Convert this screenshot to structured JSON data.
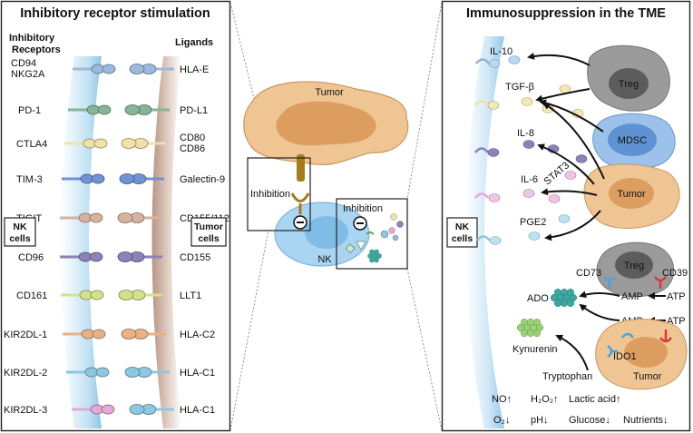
{
  "left_panel": {
    "title": "Inhibitory receptor stimulation",
    "receptors_header": [
      "Inhibitory",
      "Receptors"
    ],
    "ligands_header": "Ligands",
    "nk_label": [
      "NK",
      "cells"
    ],
    "tumor_label": [
      "Tumor",
      "cells"
    ],
    "receptors": [
      {
        "lines": [
          "CD94",
          "NKG2A"
        ],
        "color": "#9bb9dc"
      },
      {
        "lines": [
          "PD-1"
        ],
        "color": "#86b596"
      },
      {
        "lines": [
          "CTLA4"
        ],
        "color": "#f0e2a6"
      },
      {
        "lines": [
          "TIM-3"
        ],
        "color": "#6f93d2"
      },
      {
        "lines": [
          "TIGIT"
        ],
        "color": "#d6b39f"
      },
      {
        "lines": [
          "CD96"
        ],
        "color": "#8d81b8"
      },
      {
        "lines": [
          "CD161"
        ],
        "color": "#d3e28a"
      },
      {
        "lines": [
          "KIR2DL-1"
        ],
        "color": "#eab185"
      },
      {
        "lines": [
          "KIR2DL-2"
        ],
        "color": "#8ec7e1"
      },
      {
        "lines": [
          "KIR2DL-3"
        ],
        "color": "#e3a8d3"
      }
    ],
    "ligands": [
      {
        "lines": [
          "HLA-E"
        ],
        "color": "#9bb9dc"
      },
      {
        "lines": [
          "PD-L1"
        ],
        "color": "#86b596"
      },
      {
        "lines": [
          "CD80",
          "CD86"
        ],
        "color": "#f0e2a6"
      },
      {
        "lines": [
          "Galectin-9"
        ],
        "color": "#6f93d2"
      },
      {
        "lines": [
          "CD155/112"
        ],
        "color": "#d6b39f"
      },
      {
        "lines": [
          "CD155"
        ],
        "color": "#8d81b8"
      },
      {
        "lines": [
          "LLT1"
        ],
        "color": "#d3e28a"
      },
      {
        "lines": [
          "HLA-C2"
        ],
        "color": "#eab185"
      },
      {
        "lines": [
          "HLA-C1"
        ],
        "color": "#8ec7e1"
      },
      {
        "lines": [
          "HLA-C1"
        ],
        "color": "#8ec7e1"
      }
    ]
  },
  "middle": {
    "tumor_label": "Tumor",
    "inhibition_left": "Inhibition",
    "inhibition_right": "Inhibition",
    "nk_label": "NK"
  },
  "right_panel": {
    "title": "Immunosuppression in the TME",
    "nk_label": [
      "NK",
      "cells"
    ],
    "cytokines": [
      "IL-10",
      "TGF-β",
      "IL-8",
      "IL-6",
      "PGE2"
    ],
    "stat3": "STAT3",
    "treg": "Treg",
    "mdsc": "MDSC",
    "tumor": "Tumor",
    "treg2": "Treg",
    "cd73": "CD73",
    "cd39": "CD39",
    "ado": "ADO",
    "amp": "AMP",
    "atp": "ATP",
    "ido1": "IDO1",
    "kynurenin": "Kynurenin",
    "tryptophan": "Tryptophan",
    "tumor2": "Tumor",
    "conditions": [
      {
        "text": "NO",
        "arrow": "up"
      },
      {
        "text": "H₂O₂",
        "arrow": "up"
      },
      {
        "text": "Lactic acid",
        "arrow": "up"
      },
      {
        "text": "O₂",
        "arrow": "down"
      },
      {
        "text": "pH",
        "arrow": "down"
      },
      {
        "text": "Glucose",
        "arrow": "down"
      },
      {
        "text": "Nutrients",
        "arrow": "down"
      }
    ]
  },
  "colors": {
    "nk_membrane": "#bfe0f3",
    "tumor_membrane": "#c6a99a",
    "tumor_cell": "#f0c594",
    "tumor_nucleus": "#dc9d5f",
    "nk_cell": "#a9d5f2",
    "treg": "#9b9b9b",
    "mdsc": "#5f92d3"
  }
}
